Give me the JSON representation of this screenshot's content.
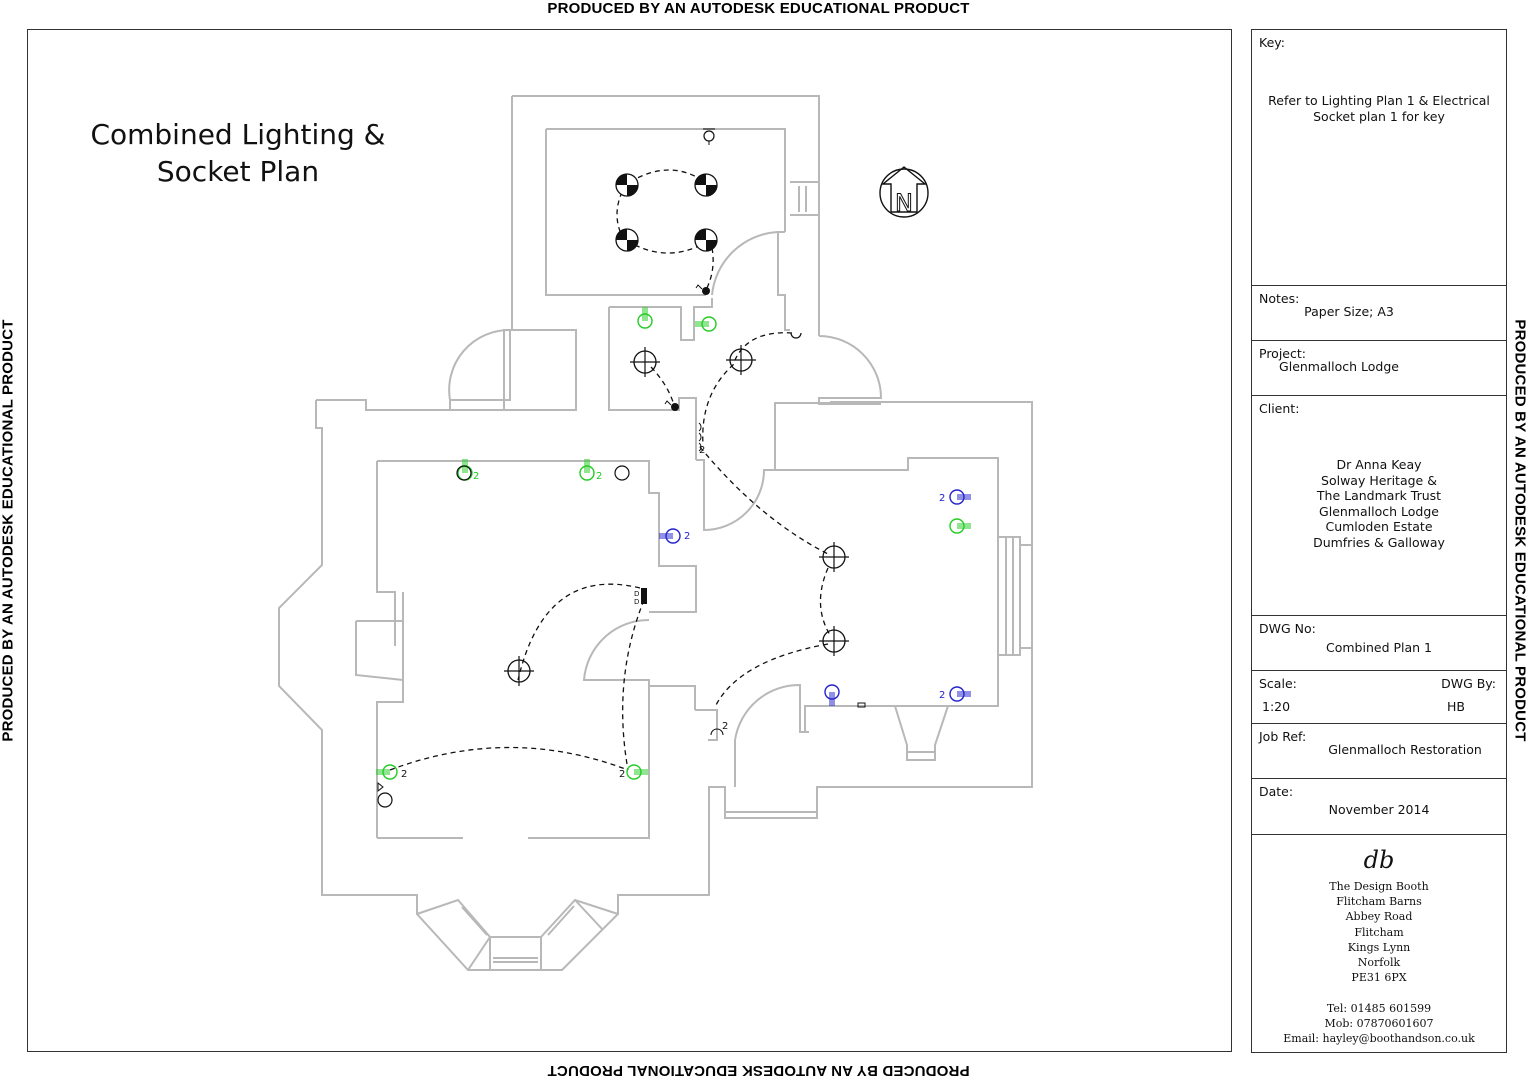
{
  "watermark": "PRODUCED BY AN AUTODESK EDUCATIONAL PRODUCT",
  "plan": {
    "title_line1": "Combined Lighting &",
    "title_line2": "Socket Plan",
    "north_label": "N",
    "colors": {
      "wall": "#b8b8b8",
      "wiring": "#111111",
      "socket_green": "#22cc22",
      "socket_blue": "#2222cc"
    },
    "socket_count_label": "2",
    "switch_label": "D"
  },
  "titleblock": {
    "key": {
      "label": "Key:",
      "text_line1": "Refer to Lighting Plan 1 & Electrical",
      "text_line2": "Socket plan 1 for key"
    },
    "notes": {
      "label": "Notes:",
      "value": "Paper Size; A3"
    },
    "project": {
      "label": "Project:",
      "value": "Glenmalloch Lodge"
    },
    "client": {
      "label": "Client:",
      "lines": [
        "Dr Anna Keay",
        "Solway Heritage &",
        "The Landmark Trust",
        "Glenmalloch Lodge",
        "Cumloden Estate",
        "Dumfries & Galloway"
      ]
    },
    "dwg_no": {
      "label": "DWG No:",
      "value": "Combined Plan 1"
    },
    "scale": {
      "label": "Scale:",
      "value": "1:20"
    },
    "dwg_by": {
      "label": "DWG By:",
      "value": "HB"
    },
    "job_ref": {
      "label": "Job Ref:",
      "value": "Glenmalloch Restoration"
    },
    "date": {
      "label": "Date:",
      "value": "November 2014"
    },
    "company": {
      "logo": "db",
      "lines": [
        "The Design Booth",
        "Flitcham Barns",
        "Abbey Road",
        "Flitcham",
        "Kings Lynn",
        "Norfolk",
        "PE31 6PX"
      ],
      "tel": "Tel: 01485 601599",
      "mob": "Mob: 07870601607",
      "email": "Email: hayley@boothandson.co.uk"
    }
  }
}
